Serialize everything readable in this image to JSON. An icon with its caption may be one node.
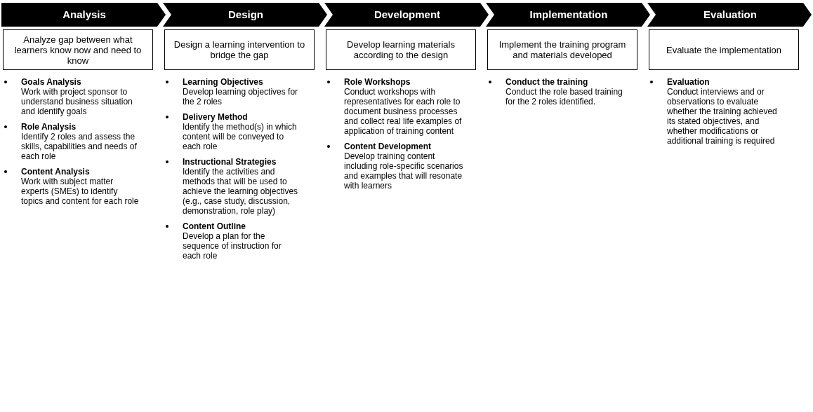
{
  "diagram": {
    "nodes": [
      {
        "text": [
          "Analysis"
        ]
      },
      {
        "text": [
          "Design"
        ]
      },
      {
        "text": [
          "Development"
        ]
      },
      {
        "text": [
          "Implementation"
        ]
      },
      {
        "text": [
          "Evaluation"
        ]
      },
      {
        "text": [
          "Analyze gap between what learners know now and need to know"
        ]
      },
      {
        "text": [
          "Design a learning intervention to bridge the gap"
        ]
      },
      {
        "text": [
          "Develop learning materials according to the design"
        ]
      },
      {
        "text": [
          "Implement the training program and materials developed"
        ]
      },
      {
        "text": [
          "Evaluate the implementation"
        ]
      }
    ],
    "labels": [
      "Goals Analysis",
      "Work with project sponsor to understand business situation and identify goals",
      "Role Analysis",
      "Identify 2 roles and assess the skills, capabilities and needs of each role",
      "Content Analysis",
      "Work with subject matter experts (SMEs) to identify topics and content for each role",
      "Learning Objectives",
      "Develop learning objectives for the 2 roles",
      "Delivery Method",
      "Identify the method(s) in which content will be conveyed to each role",
      "Instructional Strategies",
      "Identify the activities and methods that will be used to achieve the learning objectives (e.g., case study, discussion, demonstration, role play)",
      "Content Outline",
      "Develop a plan for the sequence of instruction for each role",
      "Role Workshops",
      "Conduct workshops with representatives for each role to document business processes and collect real life examples of application of training content",
      "Content Development",
      "Develop training content including role-specific scenarios and examples that will resonate with learners",
      "Conduct the training",
      "Conduct the role based training for the 2 roles identified.",
      "Evaluation",
      "Conduct interviews and or observations to evaluate whether the training achieved its stated objectives, and whether modifications or additional training is required"
    ]
  }
}
